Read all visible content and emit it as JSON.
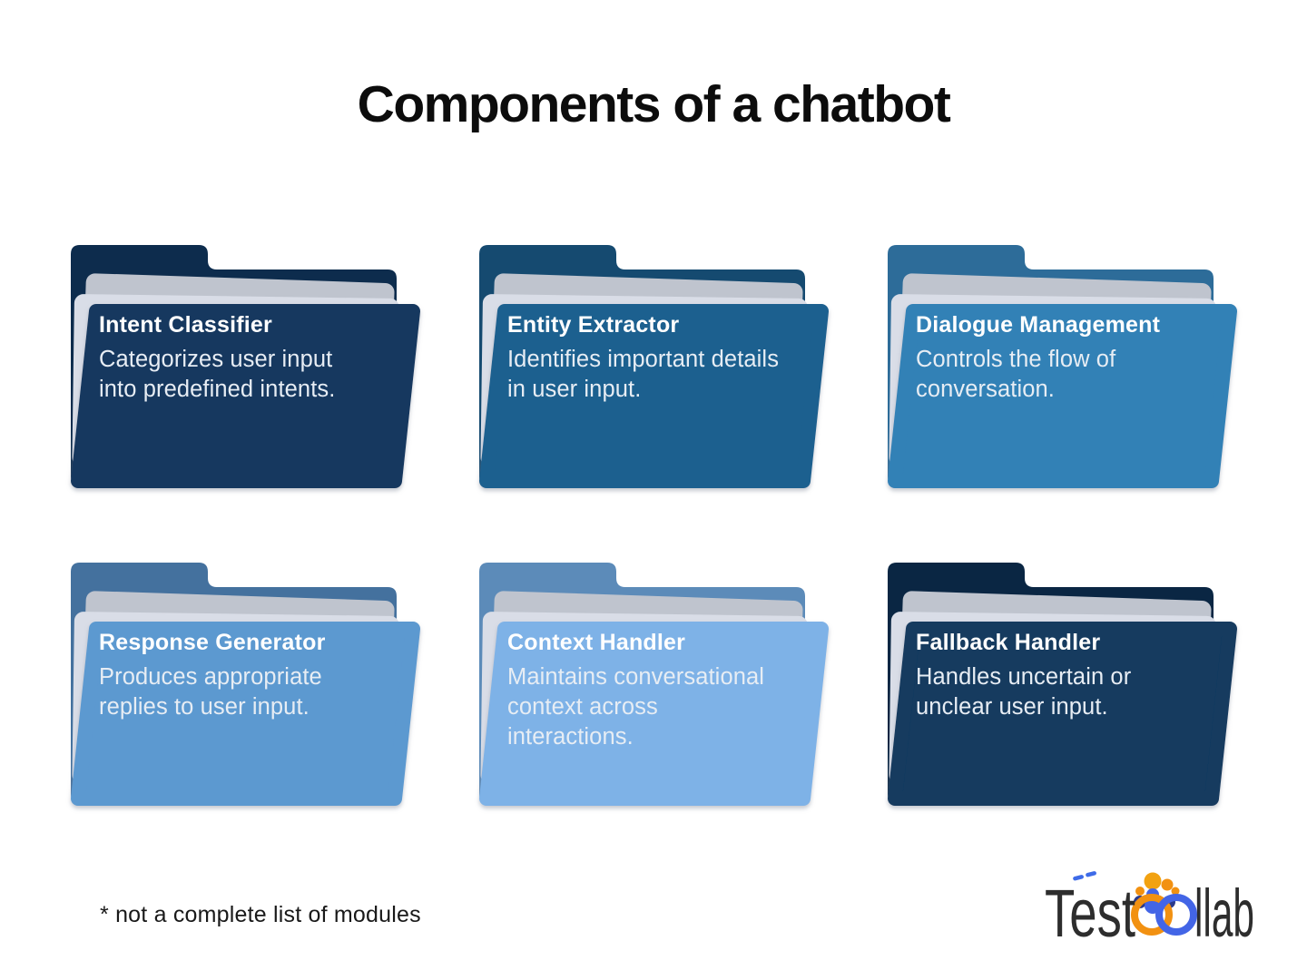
{
  "page": {
    "title": "Components of a chatbot",
    "footnote": "* not a complete list of modules",
    "background": "#ffffff"
  },
  "folders": {
    "paper_back_color": "#BFC4CE",
    "paper_front_color": "#D9DDE7",
    "title_color": "#FFFFFF",
    "body_color": "#E7EDF4",
    "cards": [
      {
        "title": "Intent Classifier",
        "description": "Categorizes user input into predefined intents.",
        "front_color": "#15395F",
        "back_color": "#0D2C4D"
      },
      {
        "title": "Entity Extractor",
        "description": "Identifies important details in user input.",
        "front_color": "#1C608F",
        "back_color": "#154A70"
      },
      {
        "title": "Dialogue Management",
        "description": "Controls the flow of conversation.",
        "front_color": "#3381B6",
        "back_color": "#2D6C99"
      },
      {
        "title": "Response Generator",
        "description": "Produces appropriate replies to user input.",
        "front_color": "#5C99D0",
        "back_color": "#44719E"
      },
      {
        "title": "Context Handler",
        "description": "Maintains conversational context across interactions.",
        "front_color": "#7EB2E7",
        "back_color": "#5C8BB9"
      },
      {
        "title": "Fallback Handler",
        "description": "Handles uncertain or unclear user input.",
        "front_color": "#123A5F",
        "back_color": "#0A2643"
      }
    ]
  },
  "logo": {
    "name": "Testcollab",
    "text_left": "Test",
    "text_right": "llab",
    "orange": "#F29111",
    "blue": "#4365E6",
    "navy": "#2A3A8C",
    "text_color": "#2D2D2D"
  }
}
